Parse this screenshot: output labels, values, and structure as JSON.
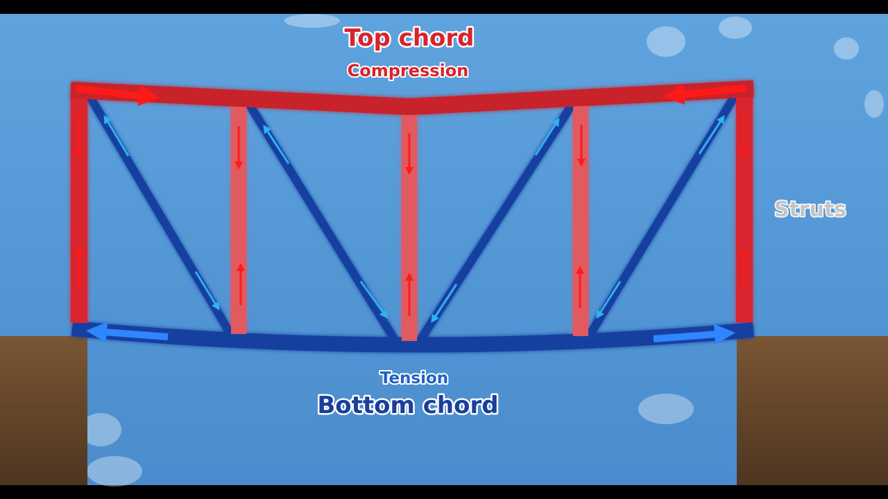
{
  "labels": {
    "top_chord": "Top chord",
    "compression": "Compression",
    "tension": "Tension",
    "bottom_chord": "Bottom chord",
    "struts": "Struts"
  },
  "colors": {
    "sky_top": "#5b9fdb",
    "sky_bottom": "#4f8fd1",
    "compression_red": "#d9282f",
    "compression_red_light": "#e05a5e",
    "arrow_red": "#ff1a1a",
    "tension_blue": "#1540a0",
    "arrow_blue": "#2a7fff",
    "arrow_cyan": "#29a9e8",
    "soil": "#6b4a2e",
    "struts_text": "#bdbdbd"
  }
}
